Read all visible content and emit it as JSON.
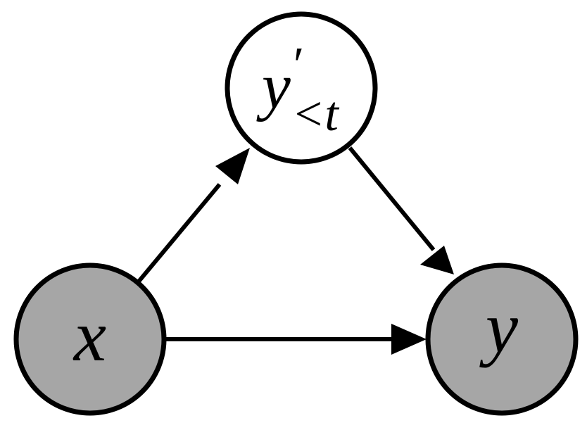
{
  "nodes": {
    "x": {
      "label": "x",
      "fill": "#a6a6a6",
      "observed": true
    },
    "y": {
      "label": "y",
      "fill": "#a6a6a6",
      "observed": true
    },
    "y_prev": {
      "label": "y",
      "prime": "′",
      "subscript": "<t",
      "fill": "#ffffff",
      "observed": false
    }
  },
  "edges": [
    {
      "from": "x",
      "to": "y_prev"
    },
    {
      "from": "y_prev",
      "to": "y"
    },
    {
      "from": "x",
      "to": "y"
    }
  ],
  "colors": {
    "stroke": "#000000",
    "observed_fill": "#a6a6a6",
    "latent_fill": "#ffffff"
  }
}
